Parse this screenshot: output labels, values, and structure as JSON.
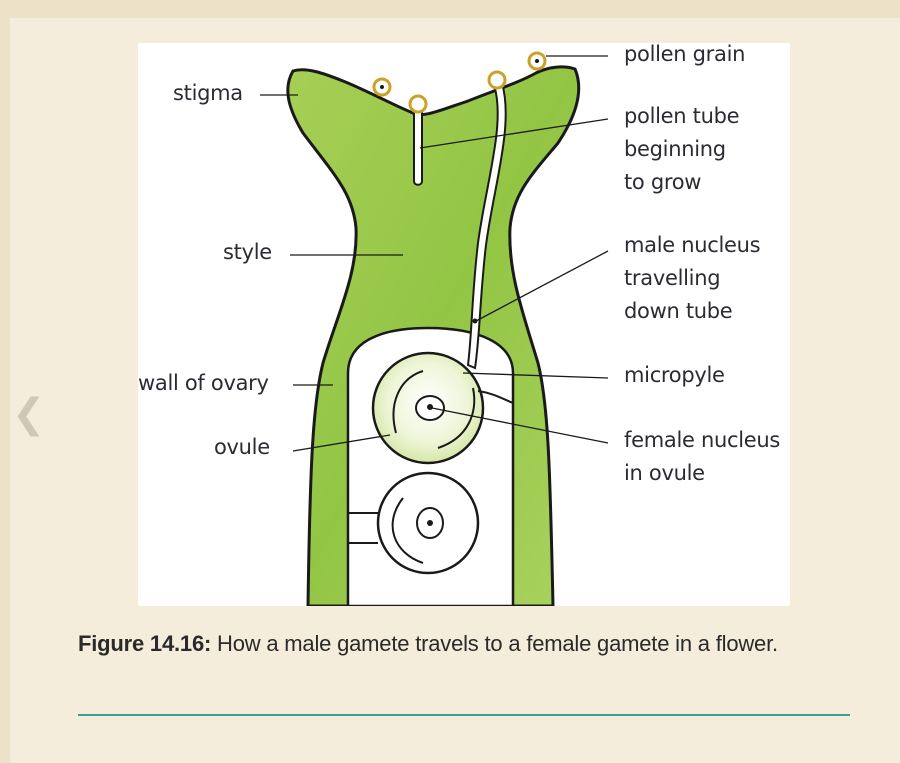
{
  "navigation": {
    "prev_icon": "chevron-left-icon"
  },
  "figure": {
    "description": "Longitudinal section of a carpel showing pollen tubes growing from the stigma down the style to the ovule",
    "labels_left": {
      "stigma": "stigma",
      "style": "style",
      "wall_of_ovary": "wall of ovary",
      "ovule": "ovule"
    },
    "labels_right": {
      "pollen_grain": "pollen grain",
      "pollen_tube": [
        "pollen tube",
        "beginning",
        "to grow"
      ],
      "male_nucleus": [
        "male nucleus",
        "travelling",
        "down tube"
      ],
      "micropyle": "micropyle",
      "female_nucleus": [
        "female nucleus",
        "in ovule"
      ]
    },
    "colors": {
      "tissue_green": "#9cc94a",
      "tissue_light": "#c4e088",
      "pollen_ring": "#c9a227",
      "outline": "#1a1a1a"
    }
  },
  "caption": {
    "label": "Figure 14.16:",
    "text": " How a male gamete travels to a female gamete in a flower."
  },
  "colors": {
    "page_background": "#f5eddc",
    "divider": "#3a9e96"
  }
}
